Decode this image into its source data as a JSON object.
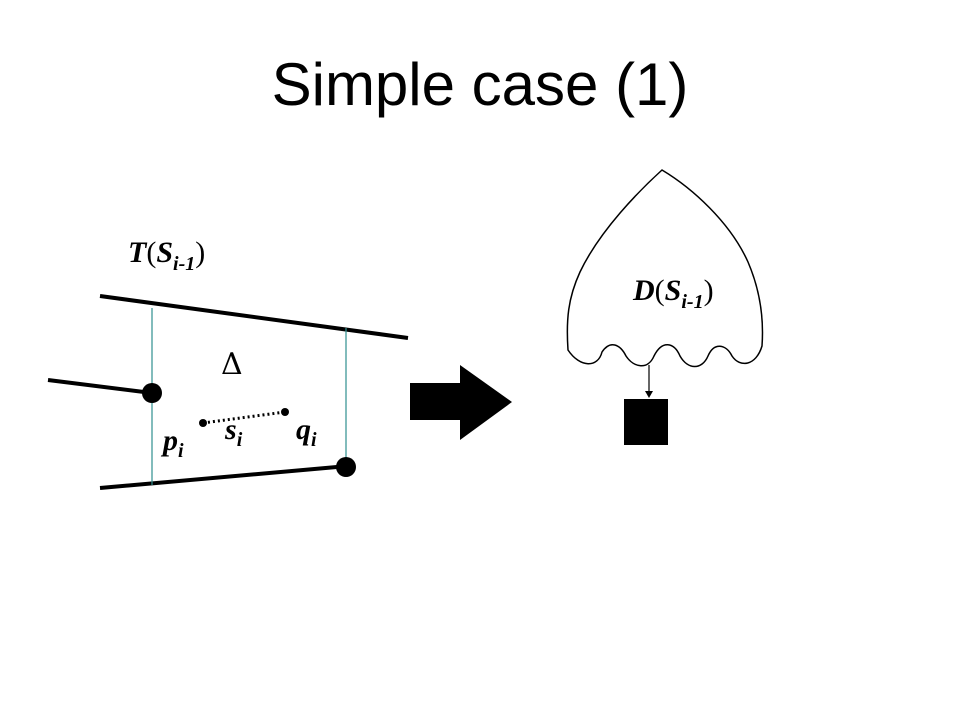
{
  "slide": {
    "title": "Simple case (1)"
  },
  "diagram": {
    "left": {
      "set_label": {
        "fn": "T",
        "open": "(",
        "var": "S",
        "sub": "i-1",
        "close": ")"
      },
      "triangle_symbol": "Δ",
      "point_p": {
        "base": "p",
        "sub": "i"
      },
      "segment_s": {
        "base": "s",
        "sub": "i"
      },
      "point_q": {
        "base": "q",
        "sub": "i"
      }
    },
    "right": {
      "structure_label": {
        "fn": "D",
        "open": "(",
        "var": "S",
        "sub": "i-1",
        "close": ")"
      }
    }
  },
  "colors": {
    "ink": "#000000",
    "vertical_guides": "#2f8f8f",
    "background": "#ffffff"
  }
}
